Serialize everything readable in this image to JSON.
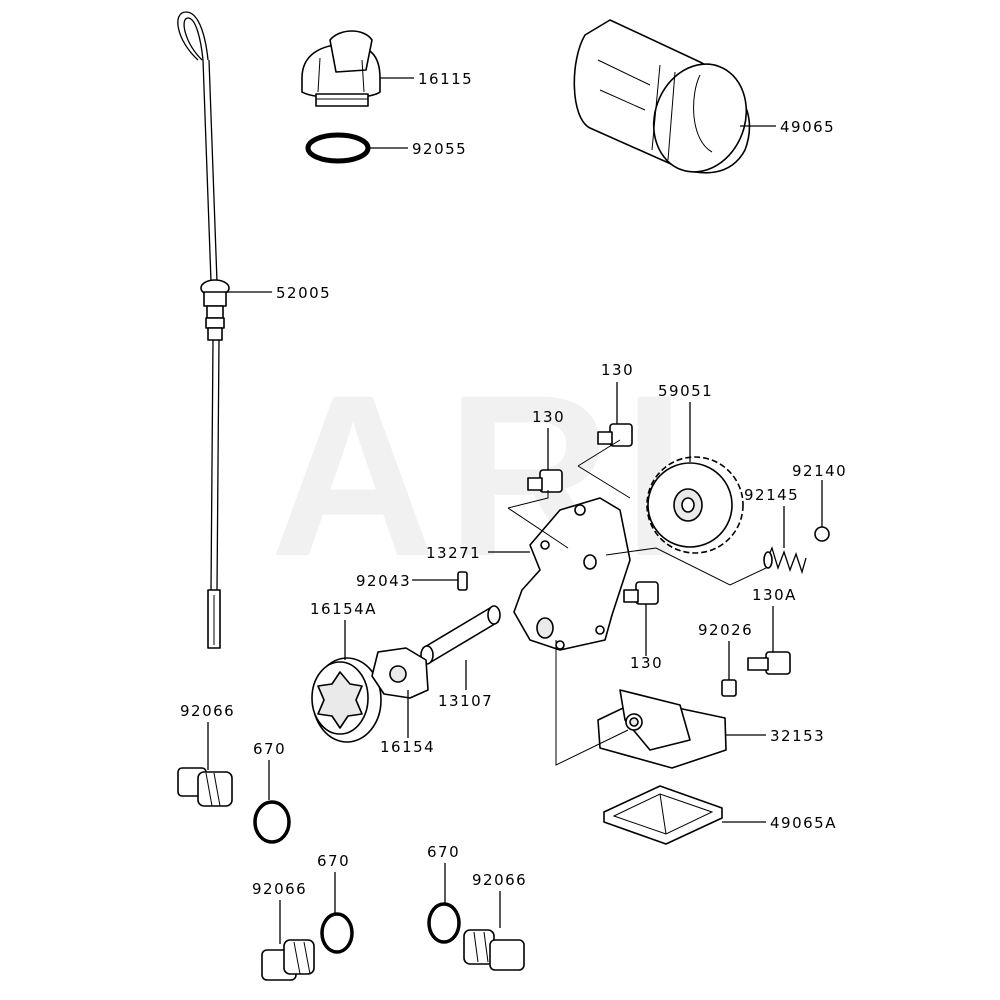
{
  "watermark": "ARI",
  "labels": {
    "dipstick": "52005",
    "filler_cap": "16115",
    "cap_oring": "92055",
    "oil_filter": "49065",
    "bolt_a": "130",
    "bolt_b": "130",
    "bolt_c": "130",
    "gear": "59051",
    "ball": "92140",
    "spring": "92145",
    "pump_cover": "13271",
    "pin": "92043",
    "bolt_130a": "130A",
    "rotor_outer": "16154A",
    "rotor_inner": "16154",
    "shaft": "13107",
    "collar": "92026",
    "strainer": "32153",
    "screen": "49065A",
    "drain_plug_1": "92066",
    "oring_1": "670",
    "drain_plug_2": "92066",
    "oring_2": "670",
    "oring_3": "670",
    "drain_plug_3": "92066"
  }
}
